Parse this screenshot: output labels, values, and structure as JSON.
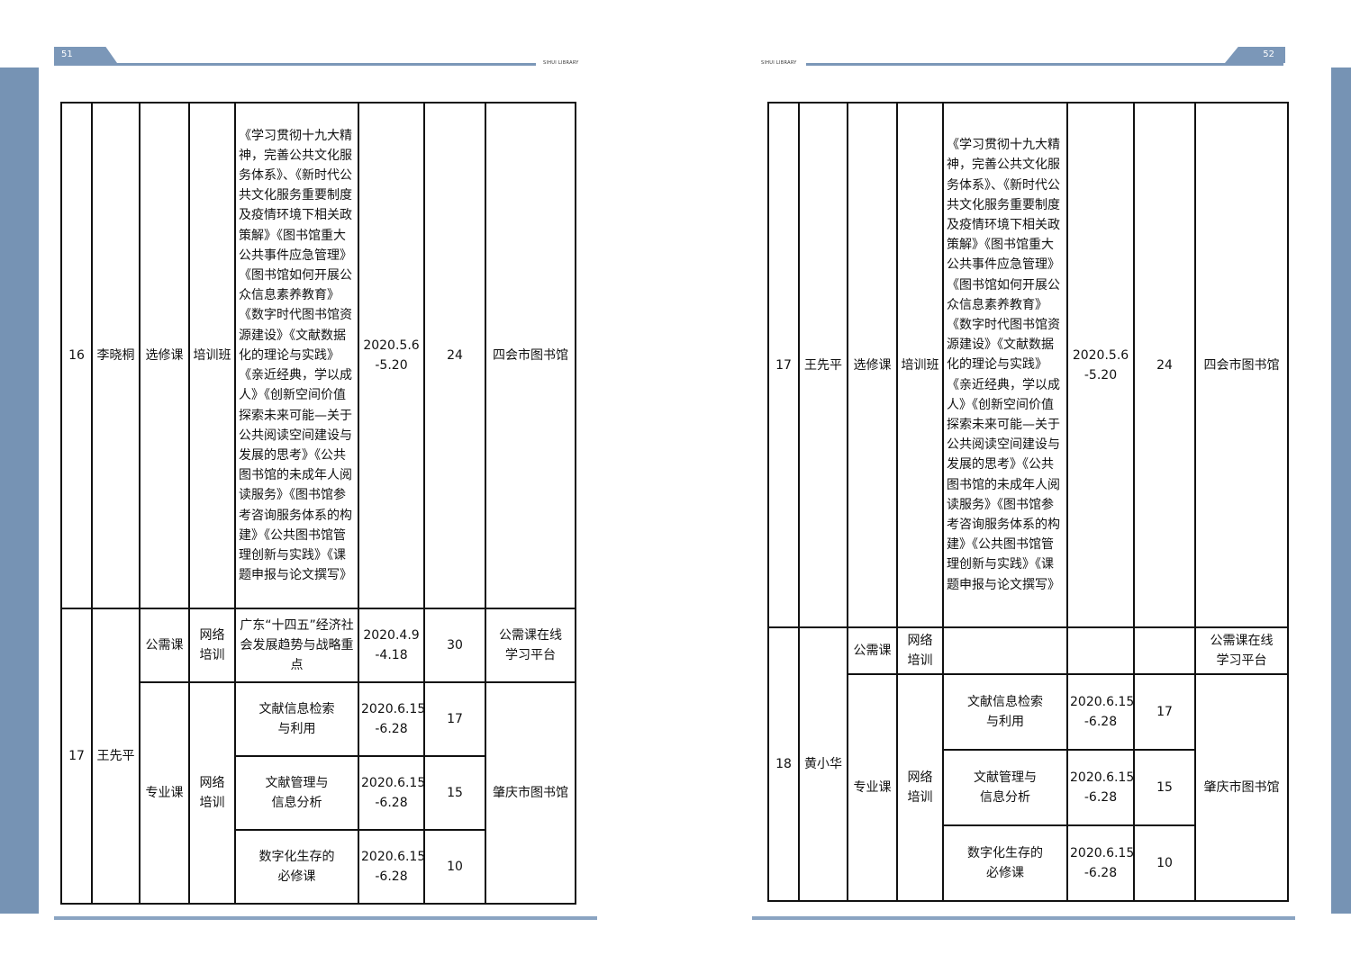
{
  "left_page": {
    "page_number": "51",
    "library_label": "SIHUI LIBRARY",
    "records": [
      {
        "no": "16",
        "name": "李晓桐",
        "category": "选修课",
        "format": "培训班",
        "content": "《学习贯彻十九大精神，完善公共文化服务体系》、《新时代公共文化服务重要制度及疫情环境下相关政策解》《图书馆重大公共事件应急管理》《图书馆如何开展公众信息素养教育》《数字时代图书馆资源建设》《文献数据化的理论与实践》《亲近经典，学以成人》《创新空间价值探索未来可能—关于公共阅读空间建设与发展的思考》《公共图书馆的未成年人阅读服务》《图书馆参考咨询服务体系的构建》《公共图书馆管理创新与实践》《课题申报与论文撰写》",
        "date": "2020.5.6\n-5.20",
        "hours": "24",
        "organizer": "四会市图书馆"
      },
      {
        "no": "17",
        "name": "王先平",
        "rows": [
          {
            "category": "公需课",
            "format": "网络\n培训",
            "content": "广东“十四五”经济社会发展趋势与战略重点",
            "date": "2020.4.9\n-4.18",
            "hours": "30",
            "organizer": "公需课在线\n学习平台"
          },
          {
            "category": "专业课",
            "format": "网络\n培训",
            "content": "文献信息检索\n与利用",
            "date": "2020.6.15\n-6.28",
            "hours": "17",
            "organizer": "肇庆市图书馆"
          },
          {
            "content": "文献管理与\n信息分析",
            "date": "2020.6.15\n-6.28",
            "hours": "15"
          },
          {
            "content": "数字化生存的\n必修课",
            "date": "2020.6.15\n-6.28",
            "hours": "10"
          }
        ]
      }
    ]
  },
  "right_page": {
    "page_number": "52",
    "library_label": "SIHUI LIBRARY",
    "records": [
      {
        "no": "17",
        "name": "王先平",
        "category": "选修课",
        "format": "培训班",
        "content": "《学习贯彻十九大精神，完善公共文化服务体系》、《新时代公共文化服务重要制度及疫情环境下相关政策解》《图书馆重大公共事件应急管理》《图书馆如何开展公众信息素养教育》《数字时代图书馆资源建设》《文献数据化的理论与实践》《亲近经典，学以成人》《创新空间价值探索未来可能—关于公共阅读空间建设与发展的思考》《公共图书馆的未成年人阅读服务》《图书馆参考咨询服务体系的构建》《公共图书馆管理创新与实践》《课题申报与论文撰写》",
        "date": "2020.5.6\n-5.20",
        "hours": "24",
        "organizer": "四会市图书馆"
      },
      {
        "no": "18",
        "name": "黄小华",
        "rows": [
          {
            "category": "公需课",
            "format": "网络\n培训",
            "content": "",
            "date": "",
            "hours": "",
            "organizer": "公需课在线\n学习平台"
          },
          {
            "category": "专业课",
            "format": "网络\n培训",
            "content": "文献信息检索\n与利用",
            "date": "2020.6.15\n-6.28",
            "hours": "17",
            "organizer": "肇庆市图书馆"
          },
          {
            "content": "文献管理与\n信息分析",
            "date": "2020.6.15\n-6.28",
            "hours": "15"
          },
          {
            "content": "数字化生存的\n必修课",
            "date": "2020.6.15\n-6.28",
            "hours": "10"
          }
        ]
      }
    ]
  }
}
